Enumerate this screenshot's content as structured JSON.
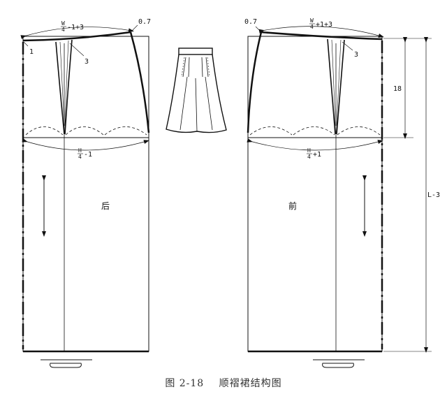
{
  "caption": {
    "figure_number": "图 2-18",
    "title": "顺褶裙结构图"
  },
  "back_panel": {
    "label": "后",
    "waist_fraction": {
      "numerator": "W",
      "denominator": "4",
      "suffix": "-1+3"
    },
    "hip_fraction": {
      "numerator": "H",
      "denominator": "4",
      "suffix": "-1"
    },
    "side_raise": "0.7",
    "center_drop": "1",
    "dart_width": "3"
  },
  "front_panel": {
    "label": "前",
    "waist_fraction": {
      "numerator": "W",
      "denominator": "4",
      "suffix": "+1+3"
    },
    "hip_fraction": {
      "numerator": "H",
      "denominator": "4",
      "suffix": "+1"
    },
    "side_raise": "0.7",
    "dart_width": "3",
    "hip_depth": "18",
    "length": "L-3"
  }
}
